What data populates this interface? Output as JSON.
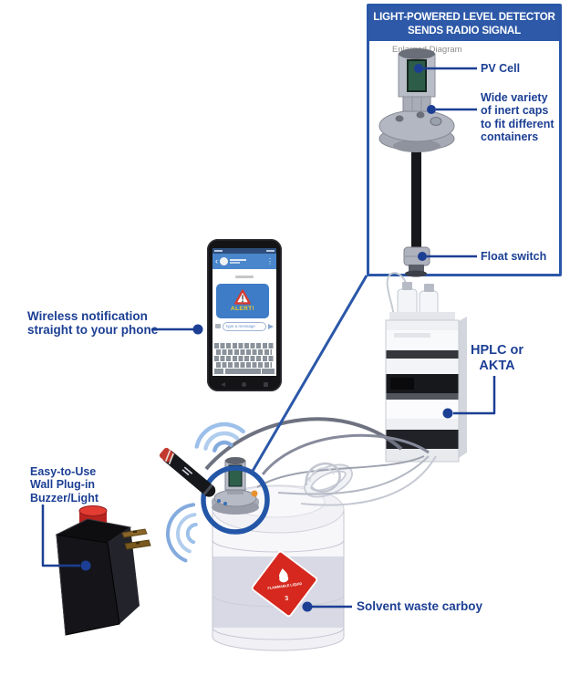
{
  "panel": {
    "title": "LIGHT-POWERED LEVEL DETECTOR\nSENDS RADIO SIGNAL",
    "subtitle": "Enlarged Diagram",
    "pv_cell_label": "PV Cell",
    "caps_label": "Wide variety\nof inert caps\nto fit different\ncontainers",
    "float_switch_label": "Float switch"
  },
  "callouts": {
    "wireless_label": "Wireless notification\nstraight to your phone",
    "buzzer_label": "Easy-to-Use\nWall Plug-in\nBuzzer/Light",
    "hplc_label": "HPLC or\nAKTA",
    "carboy_label": "Solvent waste carboy"
  },
  "phone": {
    "alert_text": "ALERT!",
    "message_placeholder": "type a message"
  },
  "hazard_label": {
    "text": "FLAMMABLE LIQUID",
    "class_number": "3"
  },
  "colors": {
    "accent_blue": "#1c3f94",
    "panel_blue": "#2d59a8",
    "bubble_blue": "#3e7cc7",
    "alert_yellow": "#f6d121",
    "hazard_red": "#d6281e",
    "wifi_blue": "#9cc0ea"
  }
}
